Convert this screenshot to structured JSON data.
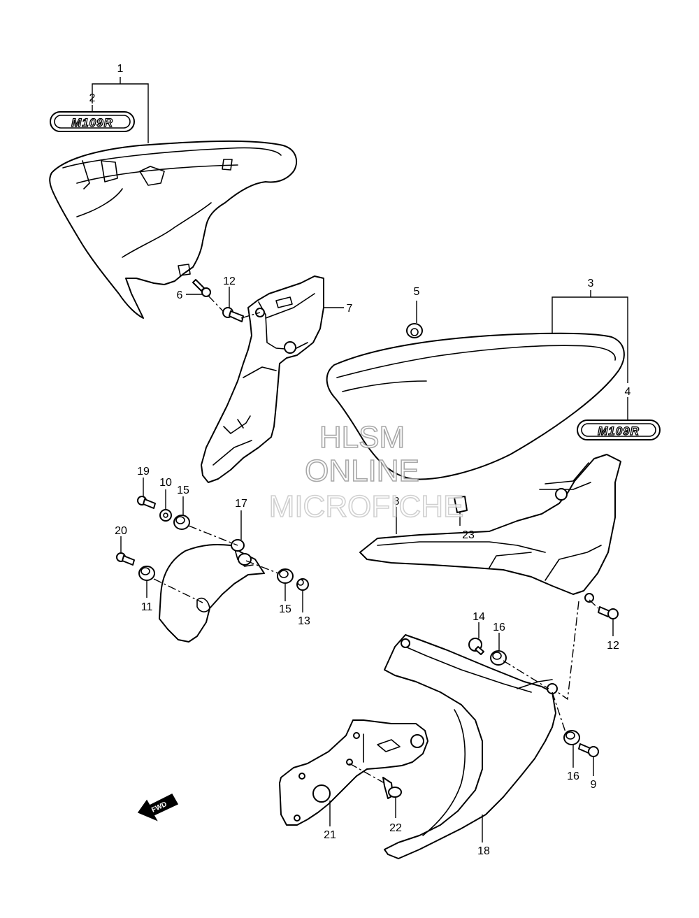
{
  "diagram": {
    "callouts": {
      "c1": "1",
      "c2": "2",
      "c3": "3",
      "c4": "4",
      "c5": "5",
      "c6": "6",
      "c7": "7",
      "c8": "8",
      "c9": "9",
      "c10": "10",
      "c11": "11",
      "c12a": "12",
      "c12b": "12",
      "c13": "13",
      "c14": "14",
      "c15a": "15",
      "c15b": "15",
      "c16a": "16",
      "c16b": "16",
      "c17": "17",
      "c18": "18",
      "c19": "19",
      "c20": "20",
      "c21": "21",
      "c22": "22",
      "c23": "23"
    },
    "emblem_left": "M109R",
    "emblem_right": "M109R",
    "fwd_label": "FWD"
  },
  "watermark": {
    "line1": "HLSM",
    "line2": "ONLINE",
    "line3": "MICROFICHE"
  }
}
